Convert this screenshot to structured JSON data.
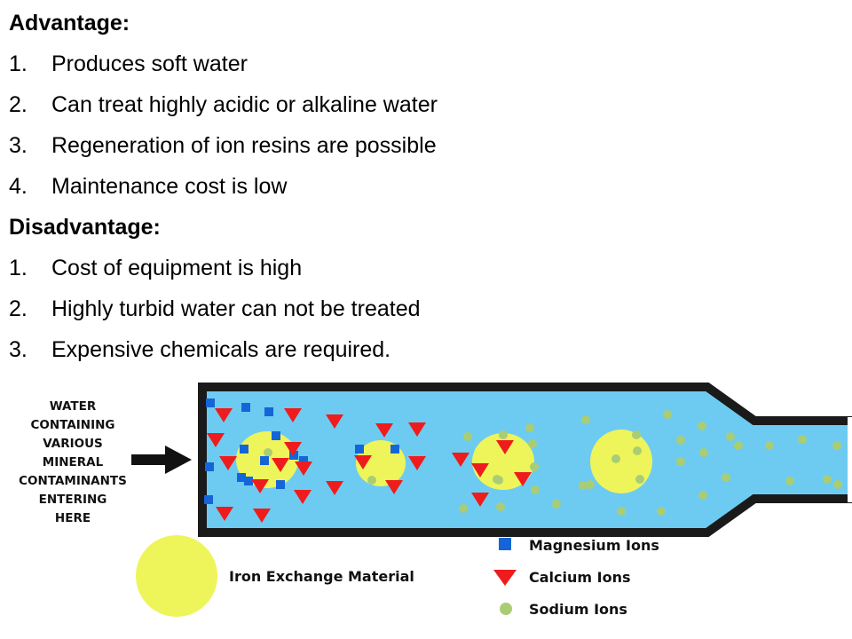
{
  "advantage": {
    "heading": "Advantage:",
    "items": [
      {
        "num": "1.",
        "text": "Produces soft water"
      },
      {
        "num": "2.",
        "text": "Can treat highly acidic or alkaline water"
      },
      {
        "num": "3.",
        "text": "Regeneration of ion resins are possible"
      },
      {
        "num": "4.",
        "text": "Maintenance cost is low"
      }
    ]
  },
  "disadvantage": {
    "heading": "Disadvantage:",
    "items": [
      {
        "num": "1.",
        "text": "Cost of equipment is high"
      },
      {
        "num": "2.",
        "text": "Highly turbid water can not be treated"
      },
      {
        "num": "3.",
        "text": "Expensive chemicals are required."
      }
    ]
  },
  "diagram": {
    "inlet_label": [
      "WATER",
      "CONTAINING",
      "VARIOUS",
      "MINERAL",
      "CONTAMINANTS",
      "ENTERING",
      "HERE"
    ],
    "legend": {
      "exchange_material": "Iron Exchange Material",
      "magnesium": "Magnesium Ions",
      "calcium": "Calcium Ions",
      "sodium": "Sodium Ions"
    },
    "colors": {
      "water": "#6dcbf1",
      "pipe": "#1a1a1a",
      "resin": "#eef55a",
      "magnesium": "#1565d8",
      "calcium": "#ee1c1c",
      "sodium": "#a9cd74"
    }
  }
}
